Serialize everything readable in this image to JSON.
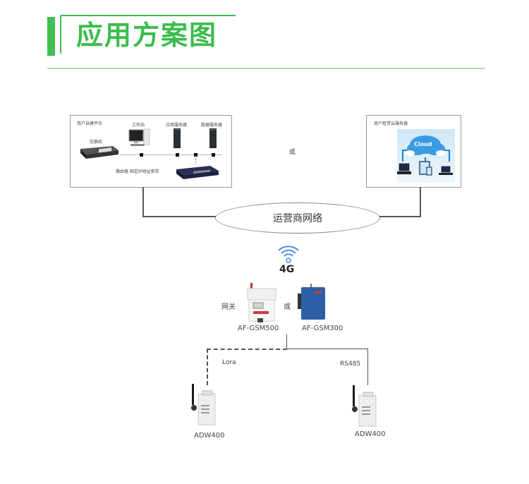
{
  "header": {
    "title": "应用方案图",
    "accent_color": "#3bbd4c"
  },
  "left_box": {
    "title": "用户自建平台",
    "switch_label": "交换机",
    "workstation_label": "工作站",
    "app_server_label": "应用服务器",
    "data_server_label": "数据服务器",
    "router_label": "路由器 固定IP地址宽带"
  },
  "or_label_top": "或",
  "right_box": {
    "title": "用户租赁云服务器",
    "cloud_label": "Cloud"
  },
  "network": {
    "label": "运营商网络"
  },
  "wireless": {
    "label": "4G"
  },
  "gateway": {
    "label": "网关",
    "or_label": "或",
    "device1": "AF-GSM500",
    "device2": "AF-GSM300"
  },
  "links": {
    "left": "Lora",
    "right": "RS485"
  },
  "meters": {
    "left": "ADW400",
    "right": "ADW400"
  }
}
